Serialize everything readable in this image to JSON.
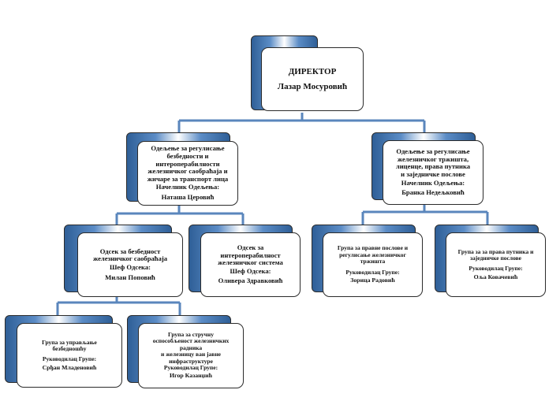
{
  "colors": {
    "connector": "#5a86bc",
    "box_blue": "#3e70ad",
    "border": "#2b2b2b"
  },
  "director": {
    "title": "ДИРЕКТОР",
    "name": "Лазар Мосуровић"
  },
  "dept_safety": {
    "lines": [
      "Одељење за регулисање",
      "безбедности и",
      "интероперабилности",
      "железничког саобраћаја и",
      "жичаре за транспорт лица"
    ],
    "head": "Начелник Одељења:",
    "name": "Наташа Церовић"
  },
  "dept_market": {
    "lines": [
      "Одељење за регулисање",
      "железничког тржишта,",
      "лиценце, права путника",
      "и заједничке послове"
    ],
    "head": "Начелник Одељења:",
    "name": "Бранка Недељковић"
  },
  "sec_safety": {
    "lines": [
      "Одсек за безбедност",
      "железничког саобраћаја"
    ],
    "head": "Шеф Одсека:",
    "name": "Милан Поповић"
  },
  "sec_interop": {
    "lines": [
      "Одсек за",
      "интероперабилност",
      "железничког система"
    ],
    "head": "Шеф Одсека:",
    "name": "Оливера Здравковић"
  },
  "grp_legal": {
    "lines": [
      "Група за правне послове и",
      "регулисање железничког",
      "тржишта"
    ],
    "head": "Руководилац Групе:",
    "name": "Зорица Радовић"
  },
  "grp_rights": {
    "lines": [
      "Група за за права путника и",
      "заједничке послове"
    ],
    "head": "Руководилац Групе:",
    "name": "Оља Ковачевић"
  },
  "grp_mgmt": {
    "lines": [
      "Група за управљање",
      "безбедношћу"
    ],
    "head": "Руководилац Групе:",
    "name": "Срђан Младеновић"
  },
  "grp_competence": {
    "lines": [
      "Група за стручну",
      "оспособљеност железничких",
      "радника",
      "и железницу ван јавне",
      "инфраструктуре"
    ],
    "head": "Руководилац Групе:",
    "name": "Игор Казанџић"
  }
}
